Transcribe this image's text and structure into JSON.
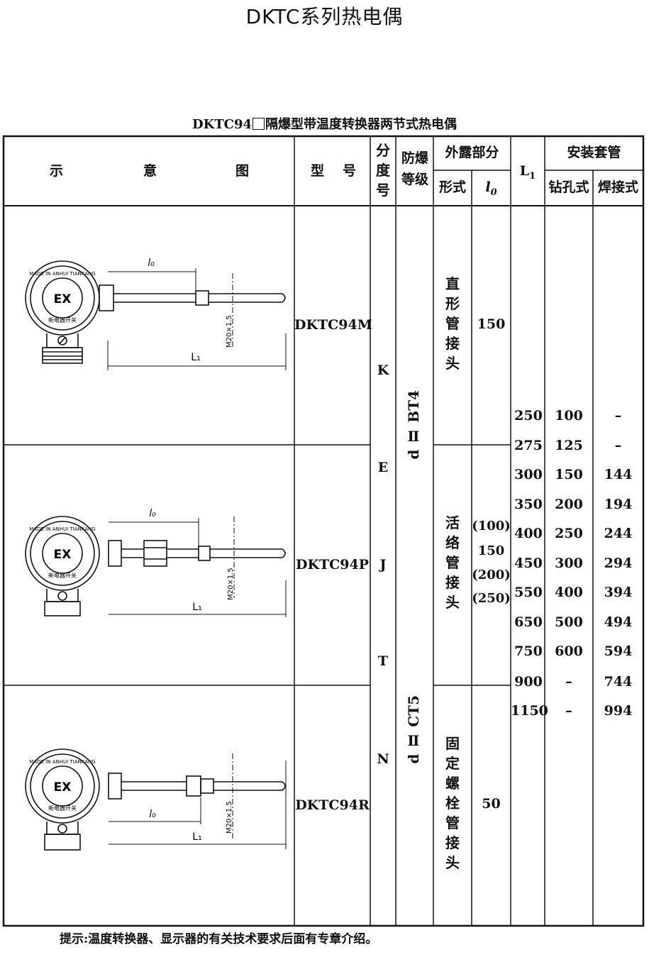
{
  "page_title": "DKTC系列热电偶",
  "table": {
    "title_prefix": "DKTC94",
    "title_suffix": "隔爆型带温度转换器两节式热电偶",
    "headers": {
      "diagram": [
        "示",
        "意",
        "图"
      ],
      "model": [
        "型",
        "号"
      ],
      "graduation": "分度号",
      "explosion_grade": "防爆等级",
      "exposed_part": "外露部分",
      "form": "形式",
      "l0": "l",
      "l0_sub": "0",
      "L1": "L",
      "L1_sub": "1",
      "sleeve": "安装套管",
      "drilled": "钻孔式",
      "welded": "焊接式"
    },
    "rows": [
      {
        "model": "DKTC94M",
        "form": "直形管接头",
        "l0": [
          "150"
        ]
      },
      {
        "model": "DKTC94P",
        "form": "活络管接头",
        "l0": [
          "(100)",
          "150",
          "(200)",
          "(250)"
        ]
      },
      {
        "model": "DKTC94R",
        "form": "固定螺栓管接头",
        "l0": [
          "50"
        ]
      }
    ],
    "graduations": [
      "K",
      "E",
      "J",
      "T",
      "N"
    ],
    "explosion_grades": [
      "d Ⅱ BT4",
      "d Ⅱ CT5"
    ],
    "dimensions": [
      {
        "L1": "250",
        "drilled": "100",
        "welded": "–"
      },
      {
        "L1": "275",
        "drilled": "125",
        "welded": "–"
      },
      {
        "L1": "300",
        "drilled": "150",
        "welded": "144"
      },
      {
        "L1": "350",
        "drilled": "200",
        "welded": "194"
      },
      {
        "L1": "400",
        "drilled": "250",
        "welded": "244"
      },
      {
        "L1": "450",
        "drilled": "300",
        "welded": "294"
      },
      {
        "L1": "550",
        "drilled": "400",
        "welded": "394"
      },
      {
        "L1": "650",
        "drilled": "500",
        "welded": "494"
      },
      {
        "L1": "750",
        "drilled": "600",
        "welded": "594"
      },
      {
        "L1": "900",
        "drilled": "–",
        "welded": "744"
      },
      {
        "L1": "1150",
        "drilled": "–",
        "welded": "994"
      }
    ],
    "drawing_labels": {
      "ex": "EX",
      "l0": "l₀",
      "L1": "L₁",
      "thread": "M20×1.5",
      "ring_text": "MADE IN ANHUI TIANKANG",
      "plate_text": "新电器开关"
    }
  },
  "footer_note": "提示:温度转换器、显示器的有关技术要求后面有专章介绍。"
}
